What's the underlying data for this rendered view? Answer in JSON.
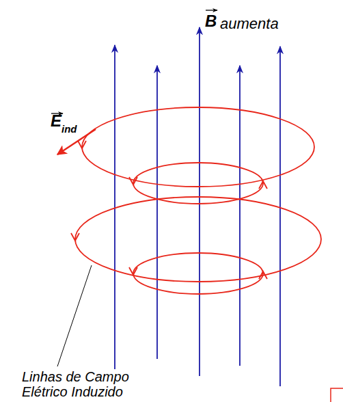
{
  "diagram": {
    "labels": [
      "B",
      "aumenta",
      "E",
      "ind",
      "Linhas de Campo Elétrico Induzido"
    ]
  }
}
